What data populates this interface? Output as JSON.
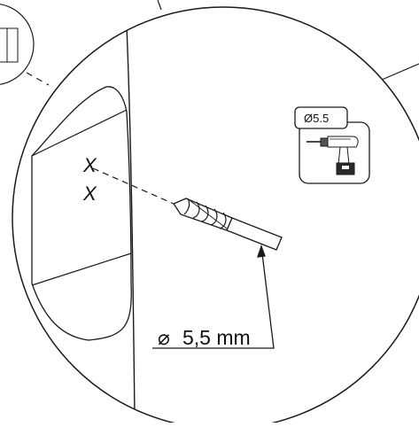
{
  "diagram": {
    "mark_labels": [
      "X",
      "X"
    ],
    "dimension": {
      "symbol": "⌀",
      "text": "5,5 mm"
    },
    "tool_badge": {
      "label": "Ø5.5",
      "icon": "cordless-drill-icon"
    },
    "colors": {
      "line": "#1a1a1a",
      "background": "#ffffff"
    }
  }
}
